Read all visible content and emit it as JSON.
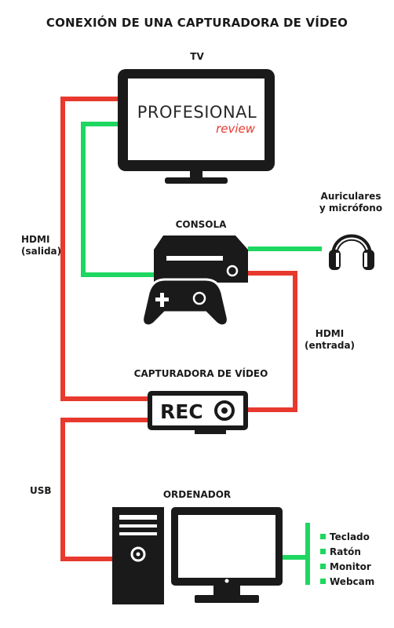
{
  "title": "CONEXIÓN DE UNA CAPTURADORA DE VÍDEO",
  "devices": {
    "tv": {
      "label": "TV",
      "logo_top": "PROFESIONAL",
      "logo_bottom": "review"
    },
    "console": {
      "label": "CONSOLA"
    },
    "headset": {
      "label_line1": "Auriculares",
      "label_line2": "y micrófono"
    },
    "capture": {
      "label": "CAPTURADORA DE VÍDEO",
      "screen_text": "REC"
    },
    "computer": {
      "label": "ORDENADOR"
    }
  },
  "connections": {
    "hdmi_out": {
      "line1": "HDMI",
      "line2": "(salida)",
      "color": "#e8392e"
    },
    "hdmi_in": {
      "line1": "HDMI",
      "line2": "(entrada)",
      "color": "#e8392e"
    },
    "usb": {
      "label": "USB",
      "color": "#e8392e"
    },
    "audio": {
      "color": "#1ed760"
    }
  },
  "peripherals": [
    "Teclado",
    "Ratón",
    "Monitor",
    "Webcam"
  ],
  "colors": {
    "red": "#e8392e",
    "green": "#1ed760",
    "dark": "#1a1a1a",
    "logo_red": "#e8392e"
  }
}
